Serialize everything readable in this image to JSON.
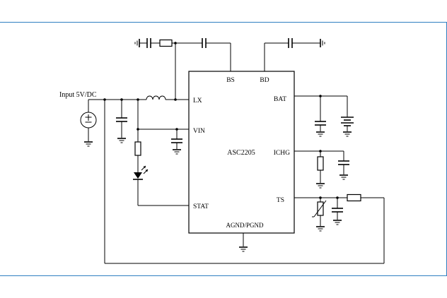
{
  "input_label": "Input  5V/DC",
  "chip": {
    "name": "ASC2205",
    "pins": {
      "bs": "BS",
      "bd": "BD",
      "lx": "LX",
      "vin": "VIN",
      "stat": "STAT",
      "bat": "BAT",
      "ichg": "ICHG",
      "ts": "TS",
      "agnd": "AGND/PGND"
    }
  },
  "colors": {
    "frame_border": "#2e7fc0",
    "wire": "#000000",
    "background": "#ffffff"
  }
}
